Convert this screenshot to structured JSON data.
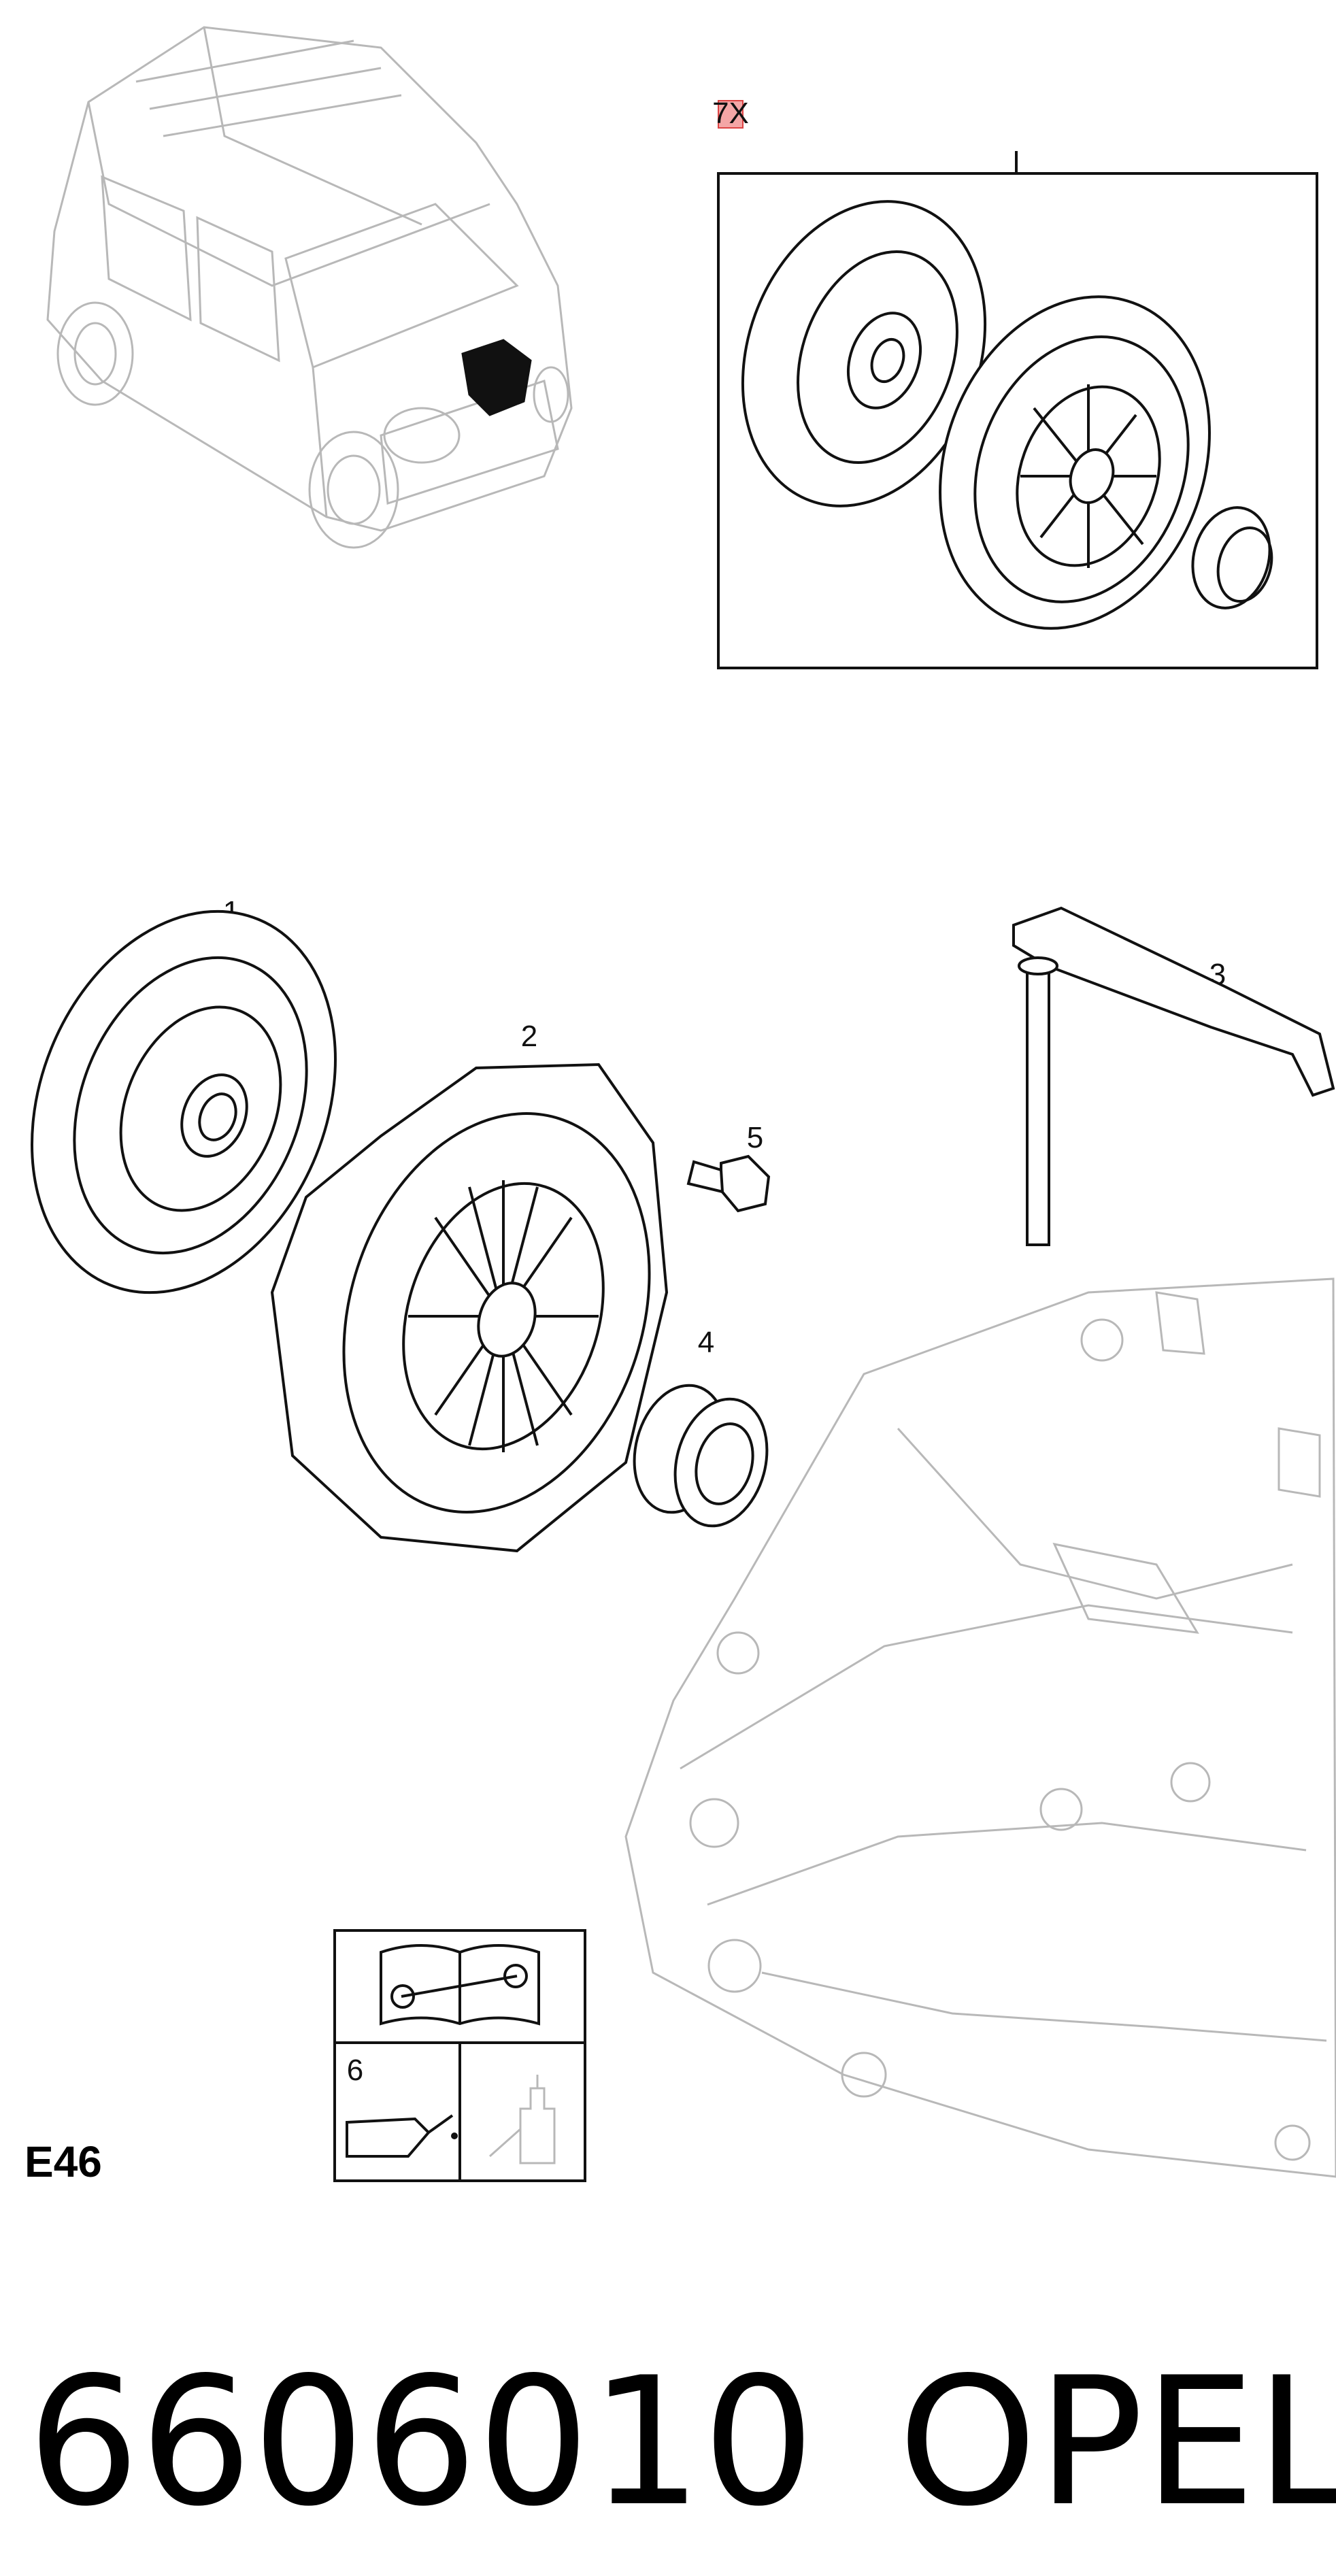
{
  "kit_callout": "7X",
  "callouts": {
    "clutch_disc": "1",
    "pressure_plate": "2",
    "release_fork": "3",
    "release_bearing": "4",
    "bolt": "5",
    "lubricant": "6"
  },
  "group_code": "E46",
  "part_number": "6606010",
  "brand": "OPEL",
  "colors": {
    "kit_callout_box": "#f4a6a6",
    "line": "#111111",
    "background_line": "#b8b8b8"
  },
  "icons": [
    "book-wrench-icon",
    "oil-can-icon",
    "grease-gun-icon"
  ]
}
